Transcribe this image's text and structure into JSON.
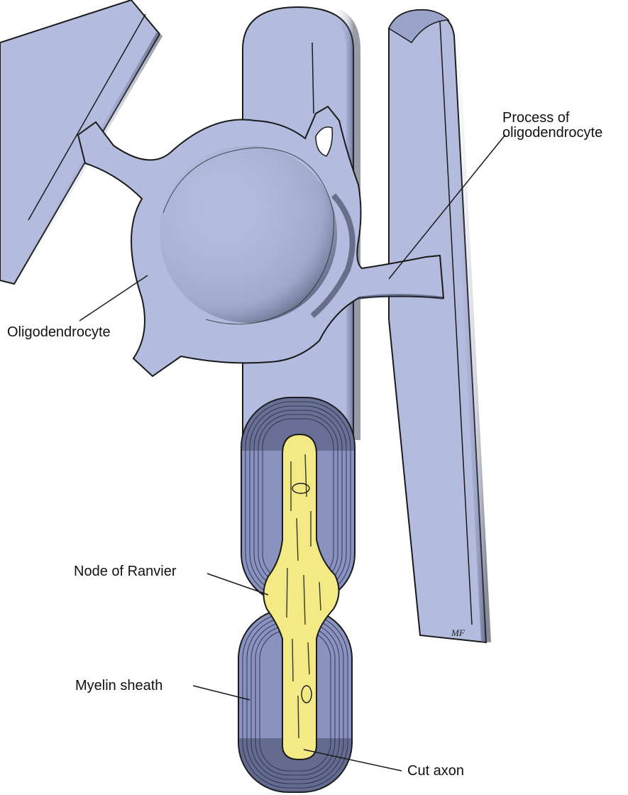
{
  "labels": {
    "process_line1": "Process of",
    "process_line2": "oligodendrocyte",
    "oligodendrocyte": "Oligodendrocyte",
    "node": "Node of Ranvier",
    "myelin": "Myelin sheath",
    "axon": "Cut axon"
  },
  "signature": "MF",
  "colors": {
    "cell": "#b3bcde",
    "outline": "#1a1a1a",
    "stipple": "#2b2f45",
    "myelin": "#8a93c0",
    "myelin_lines": "#3a3f60",
    "axon": "#f3ea85"
  }
}
